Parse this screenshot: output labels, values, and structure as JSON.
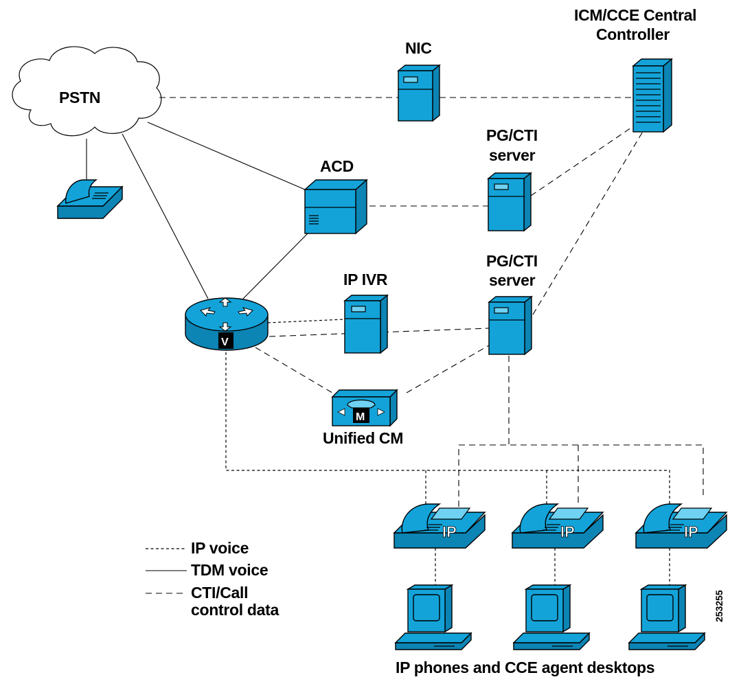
{
  "nodes": {
    "pstn": "PSTN",
    "nic": "NIC",
    "icm_line1": "ICM/CCE Central",
    "icm_line2": "Controller",
    "pg_top_line1": "PG/CTI",
    "pg_top_line2": "server",
    "acd": "ACD",
    "ip_ivr": "IP IVR",
    "pg_bottom_line1": "PG/CTI",
    "pg_bottom_line2": "server",
    "unified_cm": "Unified CM",
    "router_badge": "V",
    "cm_badge": "M",
    "ip_phone_badge": "IP"
  },
  "legend": {
    "ip_voice": "IP voice",
    "tdm_voice": "TDM voice",
    "cti_line1": "CTI/Call",
    "cti_line2": "control data"
  },
  "caption": "IP phones and CCE agent desktops",
  "figure_id": "253255",
  "colors": {
    "device_fill": "#13a3d9",
    "device_shadow": "#0c84b4",
    "device_light": "#6fd2f2"
  }
}
